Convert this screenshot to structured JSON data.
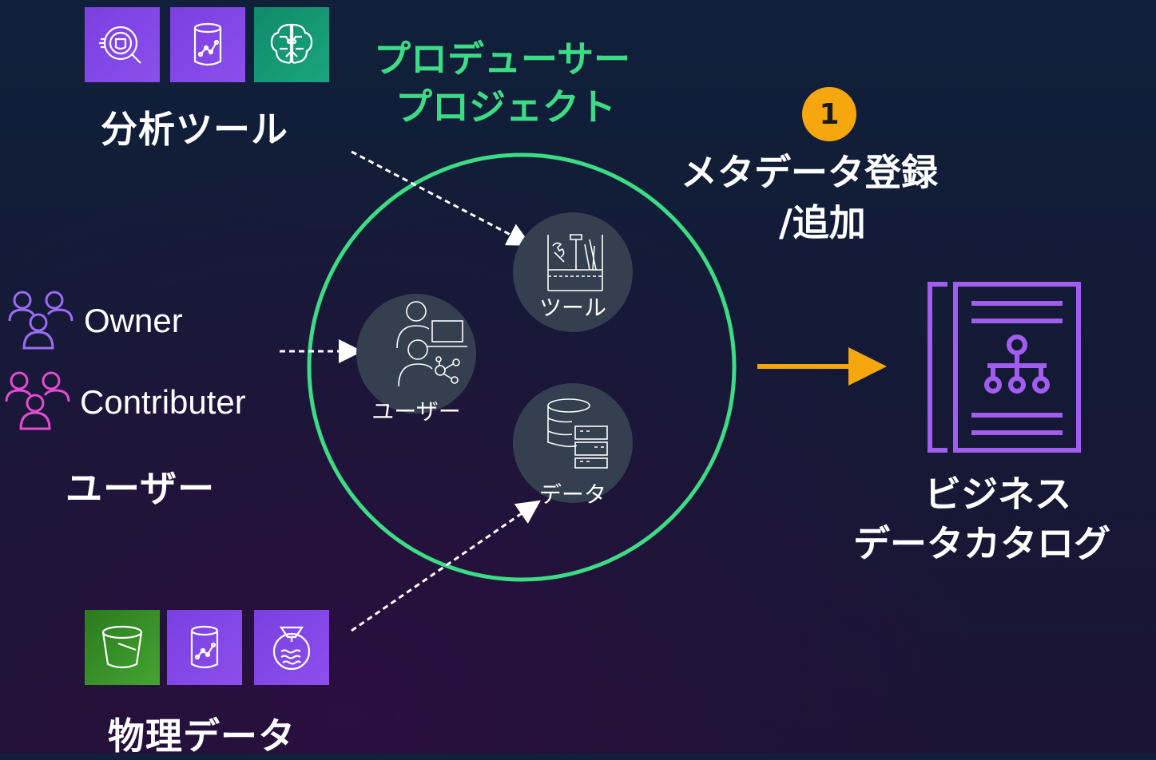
{
  "tools_section": {
    "label": "分析ツール"
  },
  "project": {
    "title_line1": "プロデューサー",
    "title_line2": "プロジェクト"
  },
  "step": {
    "number": "1",
    "label_line1": "メタデータ登録",
    "label_line2": "/追加"
  },
  "nodes": {
    "tools": "ツール",
    "users": "ユーザー",
    "data": "データ"
  },
  "users_section": {
    "roles": [
      "Owner",
      "Contributer"
    ],
    "label": "ユーザー"
  },
  "data_section": {
    "label": "物理データ"
  },
  "catalog": {
    "label_line1": "ビジネス",
    "label_line2": "データカタログ"
  },
  "colors": {
    "project_green": "#3ddc84",
    "step_badge": "#f5a70d",
    "arrow_orange": "#f5a70d",
    "catalog_purple": "#a15cf0",
    "tile_purple": "#8c4fee",
    "tile_teal": "#1aa57f",
    "tile_green": "#44a530",
    "owner_icon": "#9a6cf5",
    "contributer_icon": "#e14cd0"
  },
  "icons": {
    "tools_row": [
      "lake-formation-icon",
      "database-analytics-icon",
      "machine-learning-brain-icon"
    ],
    "data_row": [
      "s3-bucket-icon",
      "database-analytics-icon",
      "data-lake-icon"
    ],
    "nodes": [
      "toolbox-icon",
      "users-laptop-icon",
      "database-server-icon"
    ],
    "catalog": "data-catalog-icon"
  }
}
